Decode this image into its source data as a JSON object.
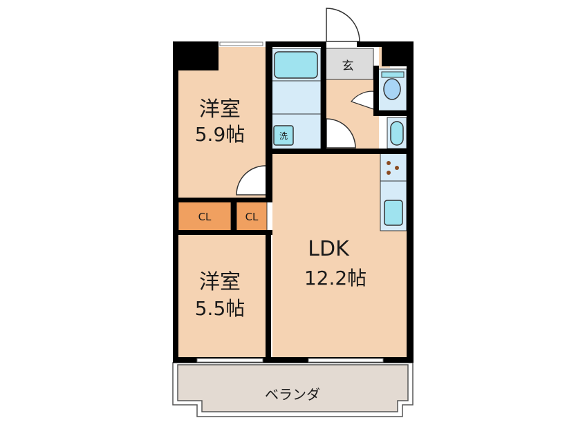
{
  "floor_plan": {
    "rooms": [
      {
        "id": "western-room-1",
        "name": "洋室",
        "size": "5.9帖"
      },
      {
        "id": "western-room-2",
        "name": "洋室",
        "size": "5.5帖"
      },
      {
        "id": "ldk",
        "name": "LDK",
        "size": "12.2帖"
      },
      {
        "id": "closet-1",
        "name": "CL"
      },
      {
        "id": "closet-2",
        "name": "CL"
      },
      {
        "id": "entrance",
        "name": "玄"
      },
      {
        "id": "washer",
        "name": "洗"
      },
      {
        "id": "balcony",
        "name": "ベランダ"
      }
    ],
    "colors": {
      "room_fill": "#f5d3b3",
      "closet_fill": "#f0a060",
      "wet_fill": "#d6ebf8",
      "fixture_fill": "#9fe3ef",
      "entrance_fill": "#dcdcdc",
      "balcony_fill": "#e3dad2",
      "wall": "#000000"
    }
  }
}
